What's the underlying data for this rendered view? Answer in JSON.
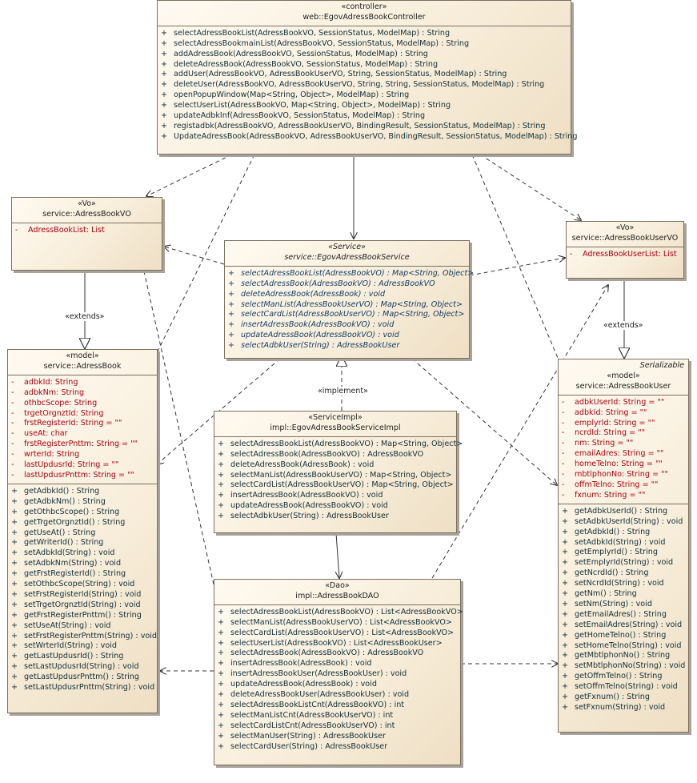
{
  "classes": {
    "controller": {
      "stereotype": "«controller»",
      "name": "web::EgovAdressBookController",
      "attributes": [],
      "operations": [
        {
          "vis": "+",
          "sig": "selectAdressBookList(AdressBookVO, SessionStatus, ModelMap) : String"
        },
        {
          "vis": "+",
          "sig": "selectAdressBookmainList(AdressBookVO, SessionStatus, ModelMap) : String"
        },
        {
          "vis": "+",
          "sig": "addAdressBook(AdressBookVO, SessionStatus, ModelMap) : String"
        },
        {
          "vis": "+",
          "sig": "deleteAdressBook(AdressBookVO, SessionStatus, ModelMap) : String"
        },
        {
          "vis": "+",
          "sig": "addUser(AdressBookVO, AdressBookUserVO, String, SessionStatus, ModelMap) : String"
        },
        {
          "vis": "+",
          "sig": "deleteUser(AdressBookVO, AdressBookUserVO, String, String, SessionStatus, ModelMap) : String"
        },
        {
          "vis": "+",
          "sig": "openPopupWindow(Map<String, Object>, ModelMap) : String"
        },
        {
          "vis": "+",
          "sig": "selectUserList(AdressBookVO, Map<String, Object>, ModelMap) : String"
        },
        {
          "vis": "+",
          "sig": "updateAdbkInf(AdressBookVO, SessionStatus, ModelMap) : String"
        },
        {
          "vis": "+",
          "sig": "registadbk(AdressBookVO, AdressBookUserVO, BindingResult, SessionStatus, ModelMap) : String"
        },
        {
          "vis": "+",
          "sig": "UpdateAdressBook(AdressBookVO, AdressBookUserVO, BindingResult, SessionStatus, ModelMap) : String"
        }
      ]
    },
    "bookVO": {
      "stereotype": "«Vo»",
      "name": "service::AdressBookVO",
      "attributes": [
        {
          "vis": "-",
          "sig": "AdressBookList:  List"
        }
      ],
      "operations": []
    },
    "service": {
      "stereotype": "«Service»",
      "name": "service::EgovAdressBookService",
      "attributes": [],
      "operations": [
        {
          "vis": "+",
          "sig": "selectAdressBookList(AdressBookVO) : Map<String, Object>"
        },
        {
          "vis": "+",
          "sig": "selectAdressBook(AdressBookVO) : AdressBookVO"
        },
        {
          "vis": "+",
          "sig": "deleteAdressBook(AdressBook) : void"
        },
        {
          "vis": "+",
          "sig": "selectManList(AdressBookUserVO) : Map<String, Object>"
        },
        {
          "vis": "+",
          "sig": "selectCardList(AdressBookUserVO) : Map<String, Object>"
        },
        {
          "vis": "+",
          "sig": "insertAdressBook(AdressBookVO) : void"
        },
        {
          "vis": "+",
          "sig": "updateAdressBook(AdressBookVO) : void"
        },
        {
          "vis": "+",
          "sig": "selectAdbkUser(String) : AdressBookUser"
        }
      ]
    },
    "userVO": {
      "stereotype": "«Vo»",
      "name": "service::AdressBookUserVO",
      "attributes": [
        {
          "vis": "-",
          "sig": "AdressBookUserList:  List"
        }
      ],
      "operations": []
    },
    "model": {
      "stereotype": "«model»",
      "name": "service::AdressBook",
      "attributes": [
        {
          "vis": "-",
          "sig": "adbkId:  String"
        },
        {
          "vis": "-",
          "sig": "adbkNm:  String"
        },
        {
          "vis": "-",
          "sig": "othbcScope:  String"
        },
        {
          "vis": "-",
          "sig": "trgetOrgnztId:  String"
        },
        {
          "vis": "-",
          "sig": "frstRegisterId:  String = \"\""
        },
        {
          "vis": "-",
          "sig": "useAt:  char"
        },
        {
          "vis": "-",
          "sig": "frstRegisterPnttm:  String = \"\""
        },
        {
          "vis": "-",
          "sig": "wrterId:  String"
        },
        {
          "vis": "-",
          "sig": "lastUpdusrId:  String = \"\""
        },
        {
          "vis": "-",
          "sig": "lastUpdusrPnttm:  String = \"\""
        }
      ],
      "operations": [
        {
          "vis": "+",
          "sig": "getAdbkId() : String"
        },
        {
          "vis": "+",
          "sig": "getAdbkNm() : String"
        },
        {
          "vis": "+",
          "sig": "getOthbcScope() : String"
        },
        {
          "vis": "+",
          "sig": "getTrgetOrgnztId() : String"
        },
        {
          "vis": "+",
          "sig": "getUseAt() : String"
        },
        {
          "vis": "+",
          "sig": "getWriterId() : String"
        },
        {
          "vis": "+",
          "sig": "setAdbkId(String) : void"
        },
        {
          "vis": "+",
          "sig": "setAdbkNm(String) : void"
        },
        {
          "vis": "+",
          "sig": "getFrstRegisterId() : String"
        },
        {
          "vis": "+",
          "sig": "setOthbcScope(String) : void"
        },
        {
          "vis": "+",
          "sig": "setFrstRegisterId(String) : void"
        },
        {
          "vis": "+",
          "sig": "setTrgetOrgnztId(String) : void"
        },
        {
          "vis": "+",
          "sig": "getFrstRegisterPnttm() : String"
        },
        {
          "vis": "+",
          "sig": "setUseAt(String) : void"
        },
        {
          "vis": "+",
          "sig": "setFrstRegisterPnttm(String) : void"
        },
        {
          "vis": "+",
          "sig": "setWrterId(String) : void"
        },
        {
          "vis": "+",
          "sig": "getLastUpdusrId() : String"
        },
        {
          "vis": "+",
          "sig": "setLastUpdusrId(String) : void"
        },
        {
          "vis": "+",
          "sig": "getLastUpdusrPnttm() : String"
        },
        {
          "vis": "+",
          "sig": "setLastUpdusrPnttm(String) : void"
        }
      ]
    },
    "impl": {
      "stereotype": "«ServiceImpl»",
      "name": "impl::EgovAdressBookServiceImpl",
      "attributes": [],
      "operations": [
        {
          "vis": "+",
          "sig": "selectAdressBookList(AdressBookVO) : Map<String, Object>"
        },
        {
          "vis": "+",
          "sig": "selectAdressBook(AdressBookVO) : AdressBookVO"
        },
        {
          "vis": "+",
          "sig": "deleteAdressBook(AdressBook) : void"
        },
        {
          "vis": "+",
          "sig": "selectManList(AdressBookUserVO) : Map<String, Object>"
        },
        {
          "vis": "+",
          "sig": "selectCardList(AdressBookUserVO) : Map<String, Object>"
        },
        {
          "vis": "+",
          "sig": "insertAdressBook(AdressBookVO) : void"
        },
        {
          "vis": "+",
          "sig": "updateAdressBook(AdressBookVO) : void"
        },
        {
          "vis": "+",
          "sig": "selectAdbkUser(String) : AdressBookUser"
        }
      ]
    },
    "dao": {
      "stereotype": "«Dao»",
      "name": "impl::AdressBookDAO",
      "attributes": [],
      "operations": [
        {
          "vis": "+",
          "sig": "selectAdressBookList(AdressBookVO) : List<AdressBookVO>"
        },
        {
          "vis": "+",
          "sig": "selectManList(AdressBookUserVO) : List<AdressBookVO>"
        },
        {
          "vis": "+",
          "sig": "selectCardList(AdressBookUserVO) : List<AdressBookVO>"
        },
        {
          "vis": "+",
          "sig": "selectUserList(AdressBookVO) : List<AdressBookUser>"
        },
        {
          "vis": "+",
          "sig": "selectAdressBook(AdressBookVO) : AdressBookVO"
        },
        {
          "vis": "+",
          "sig": "insertAdressBook(AdressBook) : void"
        },
        {
          "vis": "+",
          "sig": "insertAdressBookUser(AdressBookUser) : void"
        },
        {
          "vis": "+",
          "sig": "updateAdressBook(AdressBook) : void"
        },
        {
          "vis": "+",
          "sig": "deleteAdressBookUser(AdressBookUser) : void"
        },
        {
          "vis": "+",
          "sig": "selectAdressBookListCnt(AdressBookVO) : int"
        },
        {
          "vis": "+",
          "sig": "selectManListCnt(AdressBookUserVO) : int"
        },
        {
          "vis": "+",
          "sig": "selectCardListCnt(AdressBookUserVO) : int"
        },
        {
          "vis": "+",
          "sig": "selectManUser(String) : AdressBookUser"
        },
        {
          "vis": "+",
          "sig": "selectCardUser(String) : AdressBookUser"
        }
      ]
    },
    "user": {
      "tag": "Serializable",
      "stereotype": "«model»",
      "name": "service::AdressBookUser",
      "attributes": [
        {
          "vis": "-",
          "sig": "adbkUserId:  String = \"\""
        },
        {
          "vis": "-",
          "sig": "adbkId:  String = \"\""
        },
        {
          "vis": "-",
          "sig": "emplyrId:  String = \"\""
        },
        {
          "vis": "-",
          "sig": "ncrdId:  String = \"\""
        },
        {
          "vis": "-",
          "sig": "nm:  String = \"\""
        },
        {
          "vis": "-",
          "sig": "emailAdres:  String = \"\""
        },
        {
          "vis": "-",
          "sig": "homeTelno:  String = \"\""
        },
        {
          "vis": "-",
          "sig": "mbtlphonNo:  String = \"\""
        },
        {
          "vis": "-",
          "sig": "offmTelno:  String = \"\""
        },
        {
          "vis": "-",
          "sig": "fxnum:  String = \"\""
        }
      ],
      "operations": [
        {
          "vis": "+",
          "sig": "getAdbkUserId() : String"
        },
        {
          "vis": "+",
          "sig": "setAdbkUserId(String) : void"
        },
        {
          "vis": "+",
          "sig": "getAdbkId() : String"
        },
        {
          "vis": "+",
          "sig": "setAdbkId(String) : void"
        },
        {
          "vis": "+",
          "sig": "getEmplyrId() : String"
        },
        {
          "vis": "+",
          "sig": "setEmplyrId(String) : void"
        },
        {
          "vis": "+",
          "sig": "getNcrdId() : String"
        },
        {
          "vis": "+",
          "sig": "setNcrdId(String) : void"
        },
        {
          "vis": "+",
          "sig": "getNm() : String"
        },
        {
          "vis": "+",
          "sig": "setNm(String) : void"
        },
        {
          "vis": "+",
          "sig": "getEmailAdres() : String"
        },
        {
          "vis": "+",
          "sig": "setEmailAdres(String) : void"
        },
        {
          "vis": "+",
          "sig": "getHomeTelno() : String"
        },
        {
          "vis": "+",
          "sig": "setHomeTelno(String) : void"
        },
        {
          "vis": "+",
          "sig": "getMbtlphonNo() : String"
        },
        {
          "vis": "+",
          "sig": "setMbtlphonNo(String) : void"
        },
        {
          "vis": "+",
          "sig": "getOffmTelno() : String"
        },
        {
          "vis": "+",
          "sig": "setOffmTelno(String) : void"
        },
        {
          "vis": "+",
          "sig": "getFxnum() : String"
        },
        {
          "vis": "+",
          "sig": "setFxnum(String) : void"
        }
      ]
    }
  },
  "labels": {
    "extends_left": "«extends»",
    "extends_right": "«extends»",
    "implement": "«implement»"
  },
  "colors": {
    "attribute_text": "#b00010",
    "operation_text": "#10303a",
    "class_border": "#7a7060",
    "class_fill": "#f7ecd8",
    "edge": "#333333"
  }
}
